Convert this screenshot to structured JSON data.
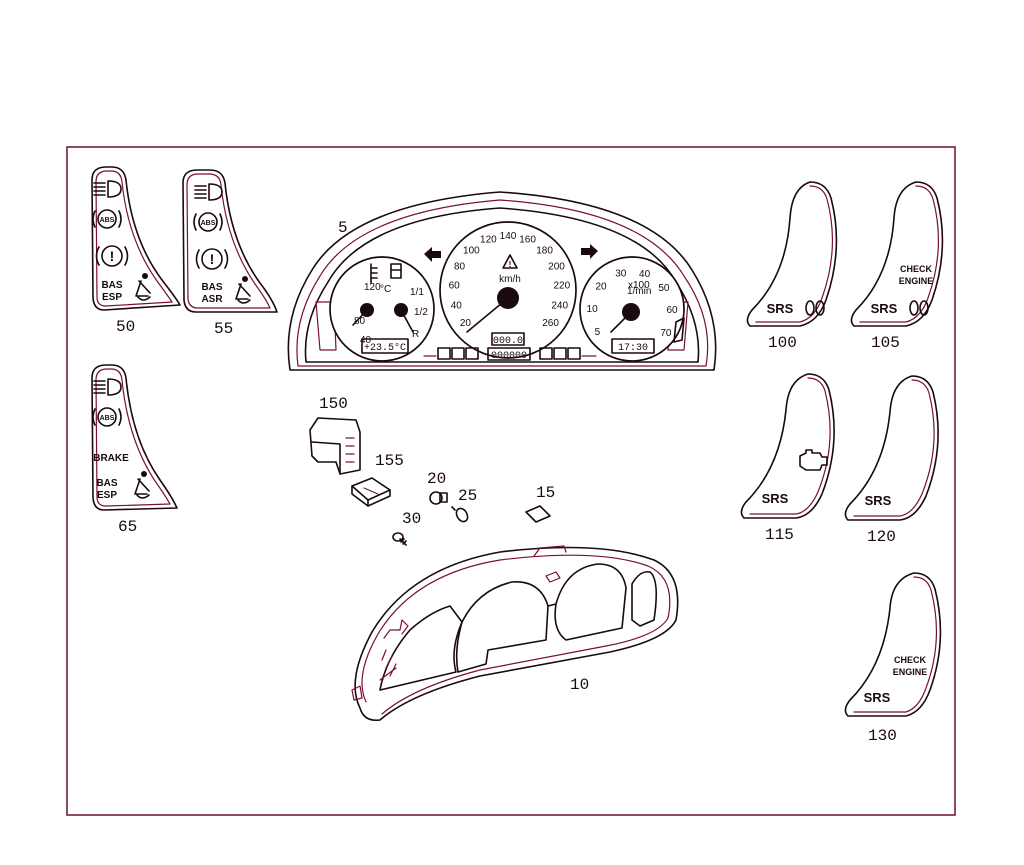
{
  "callouts": {
    "c5": "5",
    "c10": "10",
    "c15": "15",
    "c20": "20",
    "c25": "25",
    "c30": "30",
    "c50": "50",
    "c55": "55",
    "c65": "65",
    "c100": "100",
    "c105": "105",
    "c115": "115",
    "c120": "120",
    "c130": "130",
    "c150": "150",
    "c155": "155"
  },
  "panel50": {
    "line1": "BAS",
    "line2": "ESP",
    "abs": "ABS"
  },
  "panel55": {
    "line1": "BAS",
    "line2": "ASR",
    "abs": "ABS"
  },
  "panel65": {
    "brake": "BRAKE",
    "line1": "BAS",
    "line2": "ESP",
    "abs": "ABS"
  },
  "panel100": {
    "srs": "SRS"
  },
  "panel105": {
    "srs": "SRS",
    "check": "CHECK",
    "engine": "ENGINE"
  },
  "panel115": {
    "srs": "SRS"
  },
  "panel120": {
    "srs": "SRS"
  },
  "panel130": {
    "srs": "SRS",
    "check": "CHECK",
    "engine": "ENGINE"
  },
  "cluster": {
    "speedo_ticks": [
      "20",
      "40",
      "60",
      "80",
      "100",
      "120",
      "140",
      "160",
      "180",
      "200",
      "220",
      "240",
      "260"
    ],
    "speedo_unit": "km/h",
    "tacho_ticks": [
      "5",
      "10",
      "20",
      "30",
      "40",
      "50",
      "60",
      "70"
    ],
    "tacho_unit_top": "x100",
    "tacho_unit_bottom": "1/min",
    "temp_ticks": [
      "40",
      "80",
      "120"
    ],
    "temp_unit": "°C",
    "fuel_ticks": [
      "1/1",
      "1/2",
      "R"
    ],
    "outside_temp": "+23.5°C",
    "trip": "000.0",
    "odometer": "000000",
    "clock": "17:30"
  },
  "icon_names": [
    "headlight-icon",
    "abs-icon",
    "brake-warning-icon",
    "seatbelt-icon",
    "airbag-icon",
    "engine-icon",
    "turn-signal-icon",
    "fuel-pump-icon",
    "coolant-icon"
  ]
}
